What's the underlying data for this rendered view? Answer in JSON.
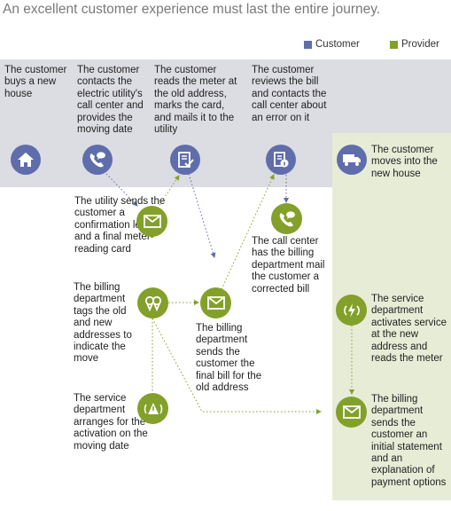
{
  "title": "An excellent customer experience must last the entire journey.",
  "legend": {
    "customer_label": "Customer",
    "provider_label": "Provider",
    "customer_color": "#5f6dab",
    "provider_color": "#83a02a"
  },
  "customer_steps": [
    {
      "text": "The customer buys a new house",
      "icon": "house-icon"
    },
    {
      "text": "The customer contacts the electric utility's call center and provides the moving date",
      "icon": "phone-icon"
    },
    {
      "text": "The customer reads the meter at the old address, marks the card, and mails it to the utility",
      "icon": "checklist-icon"
    },
    {
      "text": "The customer reviews the bill and contacts the call center about an error on it",
      "icon": "bill-info-icon"
    },
    {
      "text": "The customer moves into the new house",
      "icon": "truck-icon"
    }
  ],
  "provider_steps": [
    {
      "text": "The utility sends the customer a confirmation letter and a final meter-reading card",
      "icon": "envelope-icon"
    },
    {
      "text": "The call center has the billing department mail the customer a corrected bill",
      "icon": "phone-icon"
    },
    {
      "text": "The billing department tags the old and new addresses to indicate the move",
      "icon": "location-pins-icon"
    },
    {
      "text": "The billing department sends the customer the final bill for the old address",
      "icon": "envelope-icon"
    },
    {
      "text": "The service department activates service at the new address and reads the meter",
      "icon": "lightning-icon"
    },
    {
      "text": "The service department arranges for the activation on the moving date",
      "icon": "alert-icon"
    },
    {
      "text": "The billing department sends the customer an initial statement and an explanation of payment options",
      "icon": "envelope-icon"
    }
  ]
}
